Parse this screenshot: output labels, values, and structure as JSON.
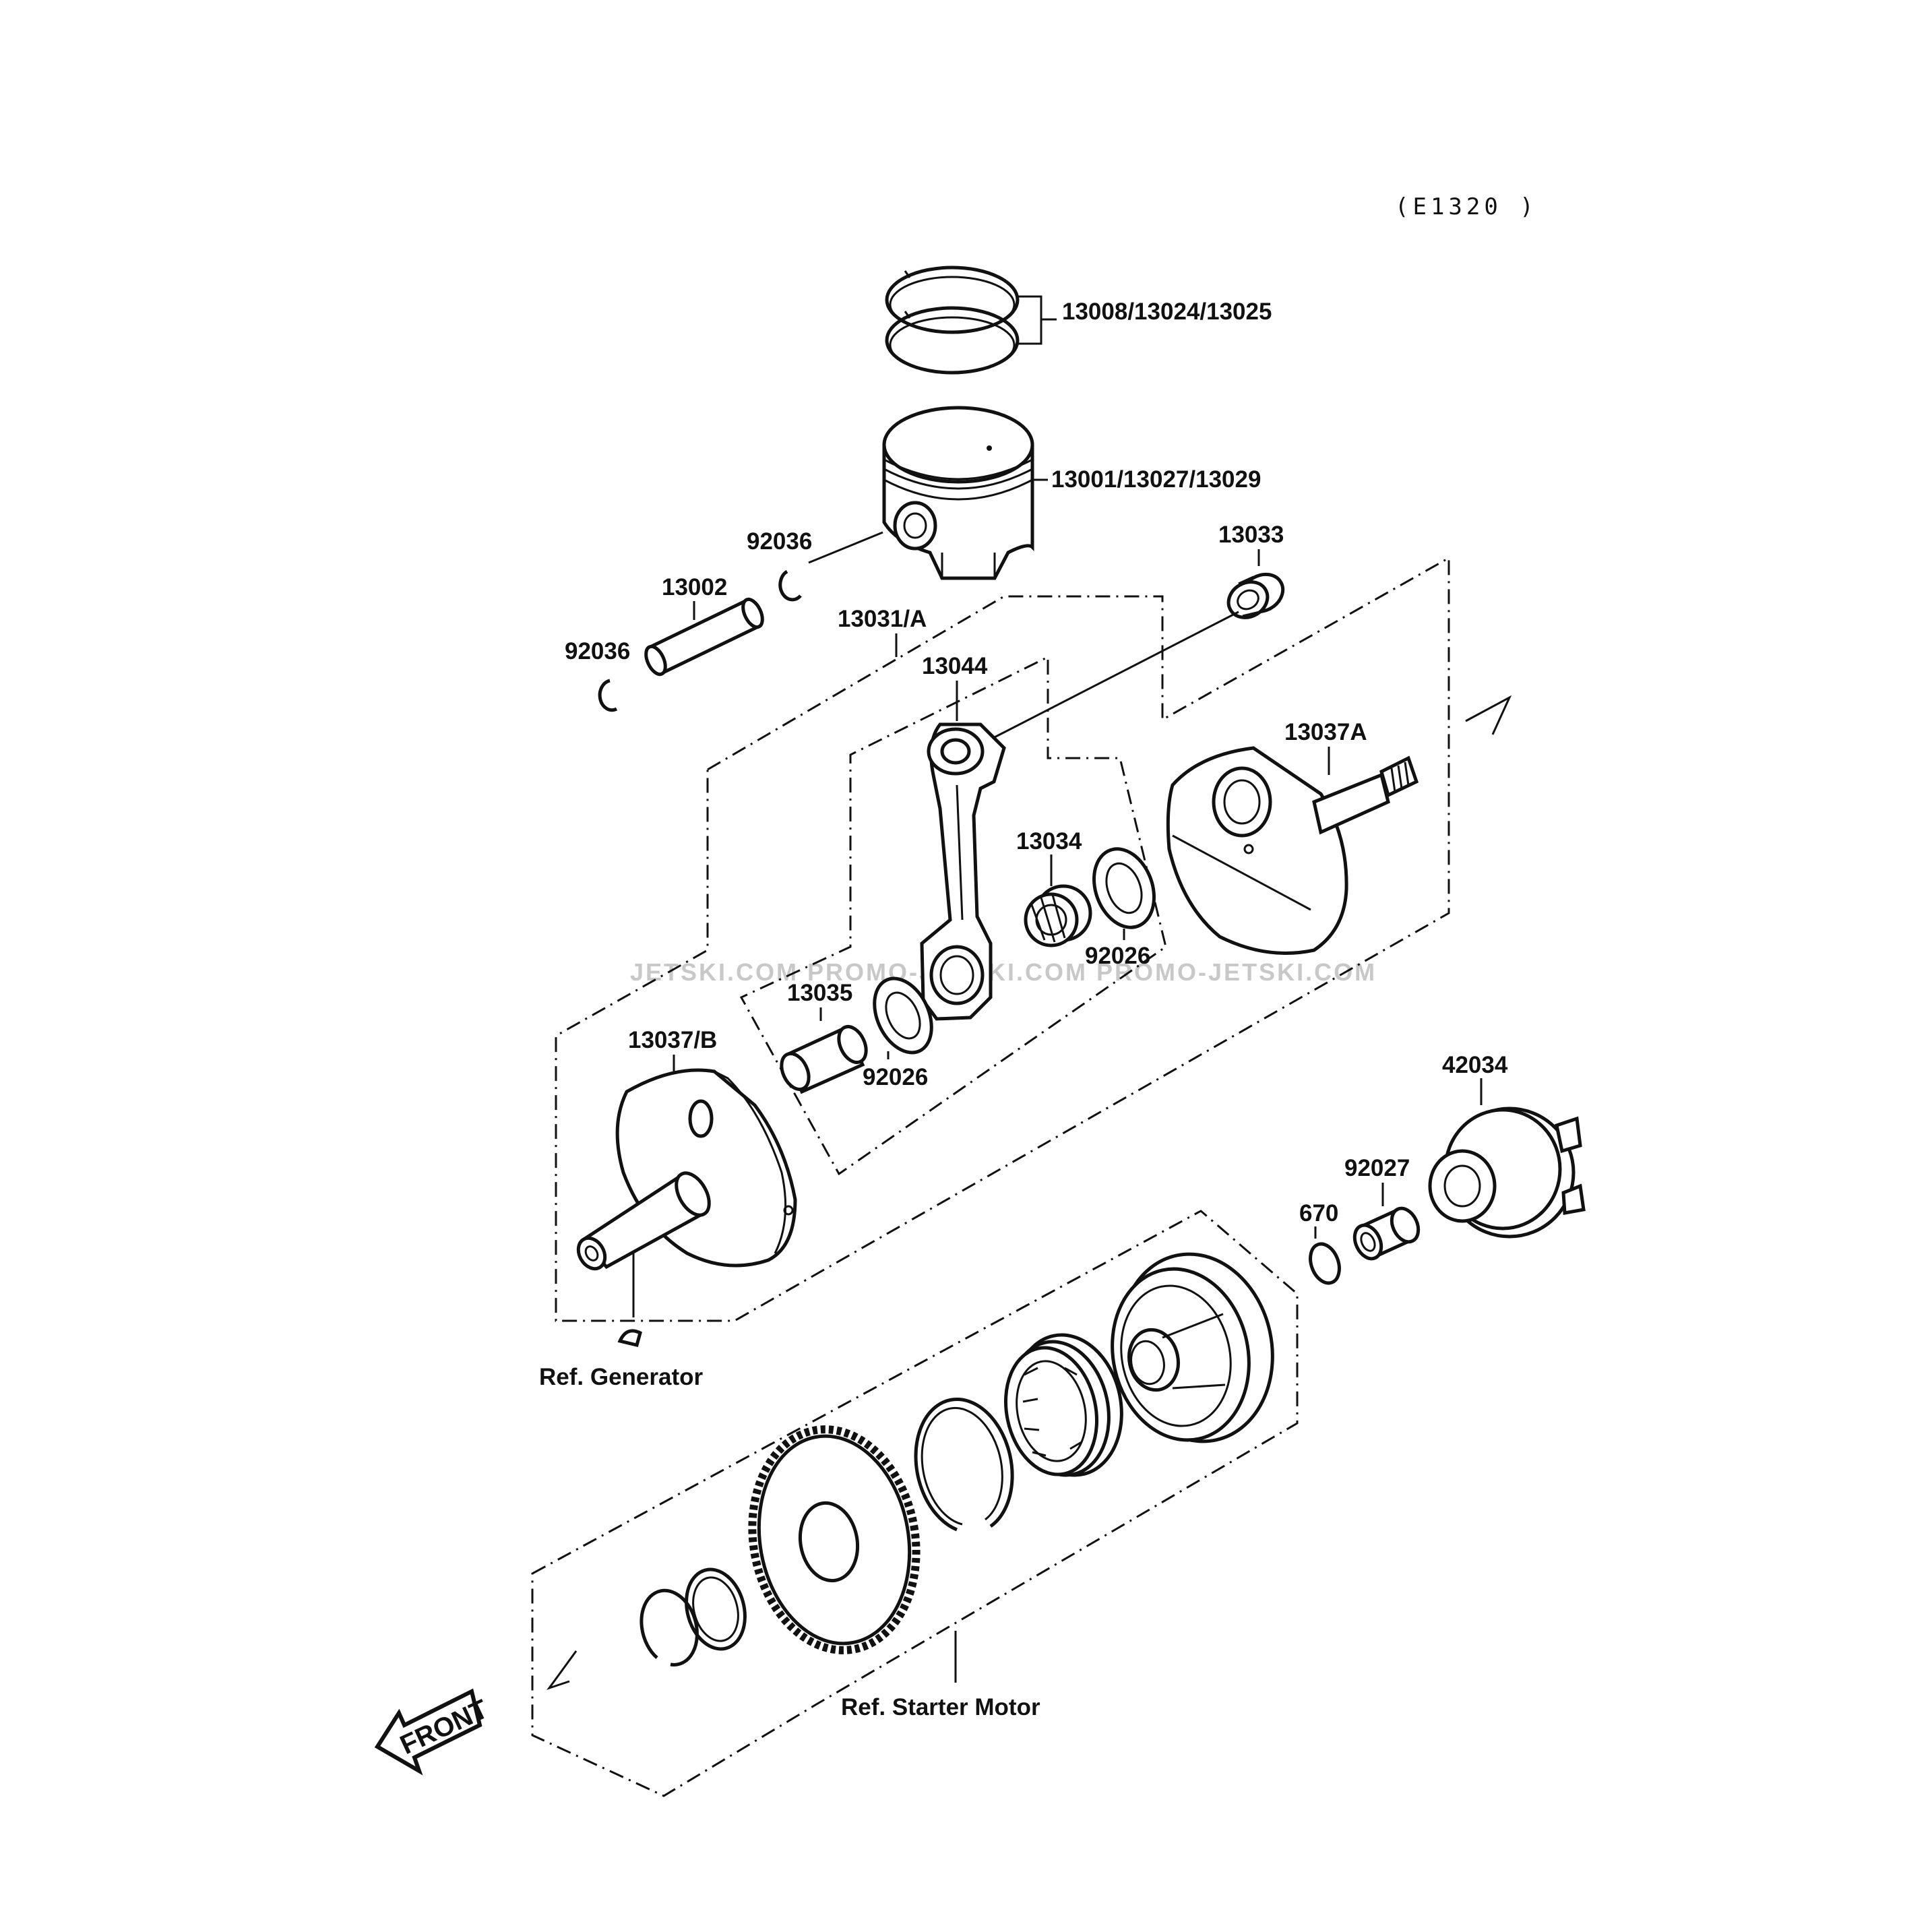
{
  "diagram": {
    "code": "(E1320 )",
    "labels": {
      "rings": "13008/13024/13025",
      "piston": "13001/13027/13029",
      "circlip_a": "92036",
      "circlip_b": "92036",
      "piston_pin": "13002",
      "crankshaft_assy": "13031/A",
      "small_end_bearing": "13033",
      "connecting_rod": "13044",
      "crank_right": "13037A",
      "big_end_bearing": "13034",
      "washer_a": "92026",
      "crank_pin": "13035",
      "washer_b": "92026",
      "crank_left": "13037/B",
      "coupling": "42034",
      "collar": "92027",
      "snap_ring": "670",
      "ref_generator": "Ref. Generator",
      "ref_starter": "Ref. Starter Motor"
    },
    "front_arrow": "FRONT",
    "watermark": "JETSKI.COM  PROMO-JETSKI.COM  PROMO-JETSKI.COM"
  }
}
